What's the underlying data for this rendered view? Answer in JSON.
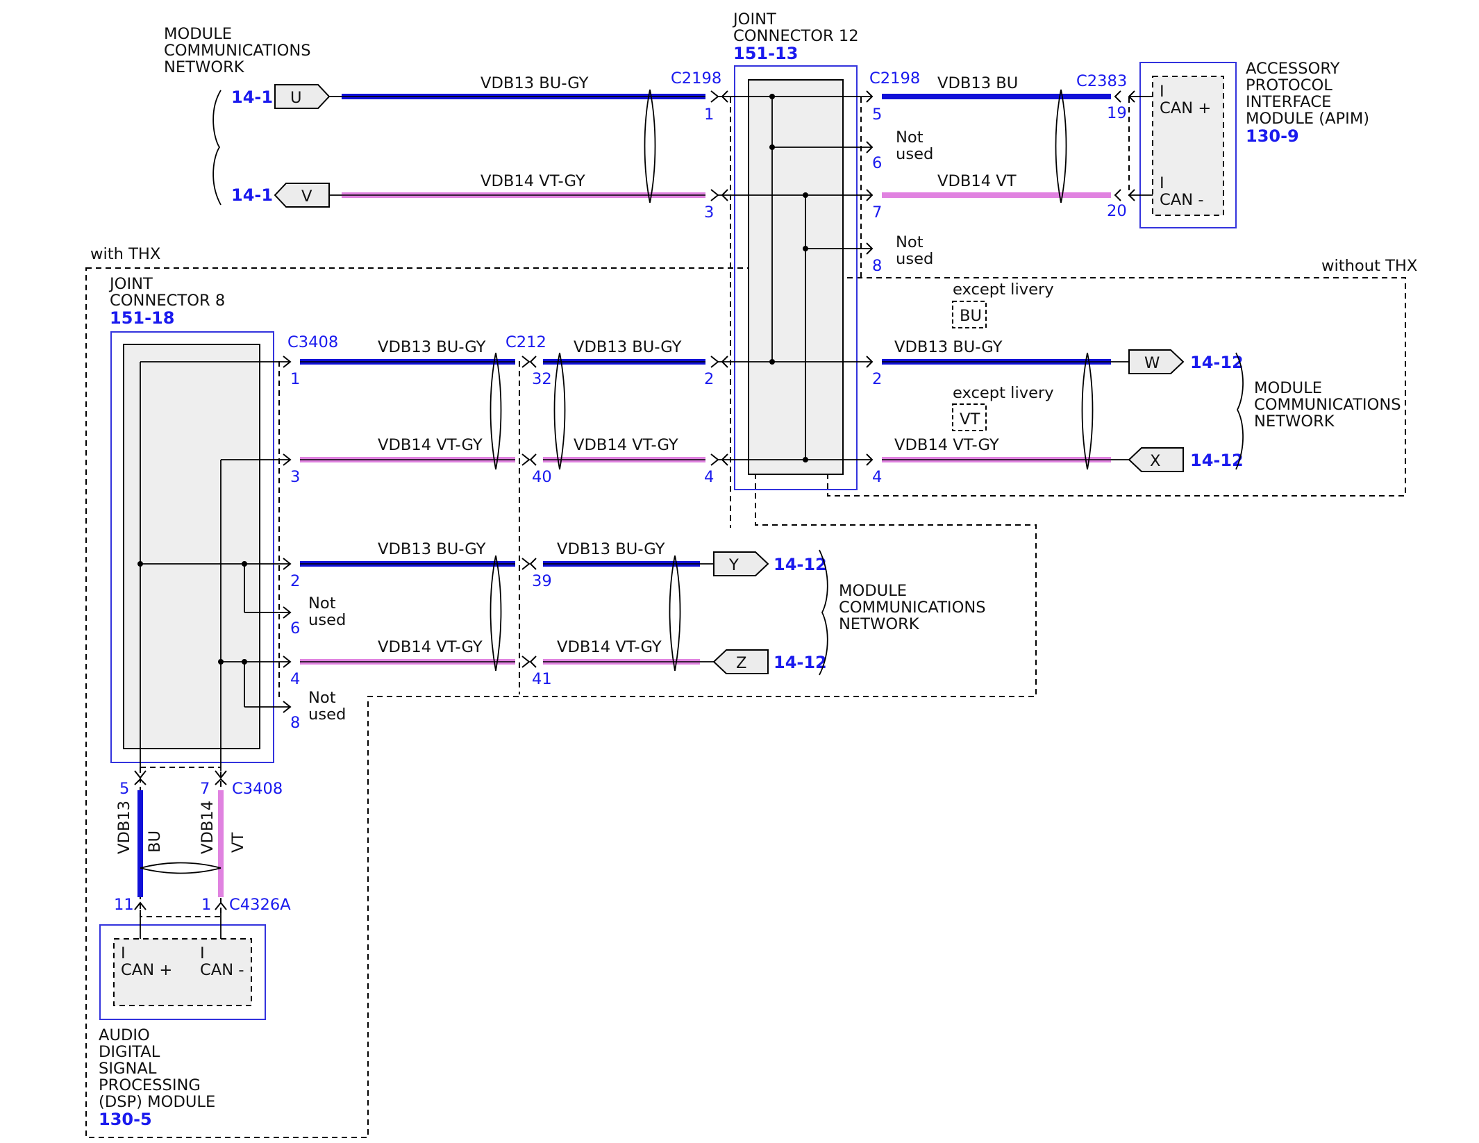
{
  "labels": {
    "mcn_top": [
      "MODULE",
      "COMMUNICATIONS",
      "NETWORK"
    ],
    "mcn_right": [
      "MODULE",
      "COMMUNICATIONS",
      "NETWORK"
    ],
    "mcn_mid": [
      "MODULE",
      "COMMUNICATIONS",
      "NETWORK"
    ],
    "with_thx": "with THX",
    "without_thx": "without THX",
    "except_livery_1": "except livery",
    "except_livery_2": "except livery",
    "livery_bu": "BU",
    "livery_vt": "VT",
    "not_used": [
      "Not",
      "used"
    ]
  },
  "components": {
    "jc12": {
      "name": [
        "JOINT",
        "CONNECTOR 12"
      ],
      "ref": "151-13"
    },
    "jc8": {
      "name": [
        "JOINT",
        "CONNECTOR 8"
      ],
      "ref": "151-18"
    },
    "apim": {
      "name": [
        "ACCESSORY",
        "PROTOCOL",
        "INTERFACE",
        "MODULE (APIM)"
      ],
      "ref": "130-9",
      "pins": [
        "I",
        "CAN +",
        "I",
        "CAN -"
      ]
    },
    "dsp": {
      "name": [
        "AUDIO",
        "DIGITAL",
        "SIGNAL",
        "PROCESSING",
        "(DSP) MODULE"
      ],
      "ref": "130-5",
      "pins": [
        "I",
        "CAN +",
        "I",
        "CAN -"
      ]
    }
  },
  "connectors": {
    "c2198_l": "C2198",
    "c2198_r": "C2198",
    "c2383": "C2383",
    "c3408": "C3408",
    "c212": "C212",
    "c3408_b": "C3408",
    "c4326a": "C4326A"
  },
  "wires": {
    "top_left_1": "VDB13  BU-GY",
    "top_left_2": "VDB14  VT-GY",
    "top_right_1": "VDB13  BU",
    "top_right_2": "VDB14  VT",
    "mid_a1": "VDB13 BU-GY",
    "mid_b1": "VDB13 BU-GY",
    "mid_c1": "VDB13  BU-GY",
    "mid_a2": "VDB14  VT-GY",
    "mid_b2": "VDB14  VT-GY",
    "mid_c2": "VDB14  VT-GY",
    "low_a1": "VDB13 BU-GY",
    "low_b1": "VDB13  BU-GY",
    "low_a2": "VDB14  VT-GY",
    "low_b2": "VDB14  VT-GY",
    "v1_name": "VDB13",
    "v1_color": "BU",
    "v2_name": "VDB14",
    "v2_color": "VT"
  },
  "pins": {
    "p_jc12_l1": "1",
    "p_jc12_l3": "3",
    "p_jc12_r5": "5",
    "p_jc12_r6": "6",
    "p_jc12_r7": "7",
    "p_jc12_r8": "8",
    "p_apim19": "19",
    "p_apim20": "20",
    "p_jc12_l2": "2",
    "p_jc12_l4": "4",
    "p_jc12_r2": "2",
    "p_jc12_r4": "4",
    "p_jc8_1": "1",
    "p_jc8_3": "3",
    "p_jc8_2": "2",
    "p_jc8_6": "6",
    "p_jc8_4": "4",
    "p_jc8_8": "8",
    "p_c212_32": "32",
    "p_c212_40": "40",
    "p_c212_39": "39",
    "p_c212_41": "41",
    "p_b5": "5",
    "p_b7": "7",
    "p_b11": "11",
    "p_b1": "1"
  },
  "refs": {
    "u": {
      "letter": "U",
      "page": "14-1"
    },
    "v": {
      "letter": "V",
      "page": "14-1"
    },
    "w": {
      "letter": "W",
      "page": "14-12"
    },
    "x": {
      "letter": "X",
      "page": "14-12"
    },
    "y": {
      "letter": "Y",
      "page": "14-12"
    },
    "z": {
      "letter": "Z",
      "page": "14-12"
    }
  },
  "colors": {
    "blue_wire": "#1010d8",
    "violet_wire": "#e082e0",
    "ref_text": "#1a1aee",
    "box_outline": "#3333dd"
  }
}
